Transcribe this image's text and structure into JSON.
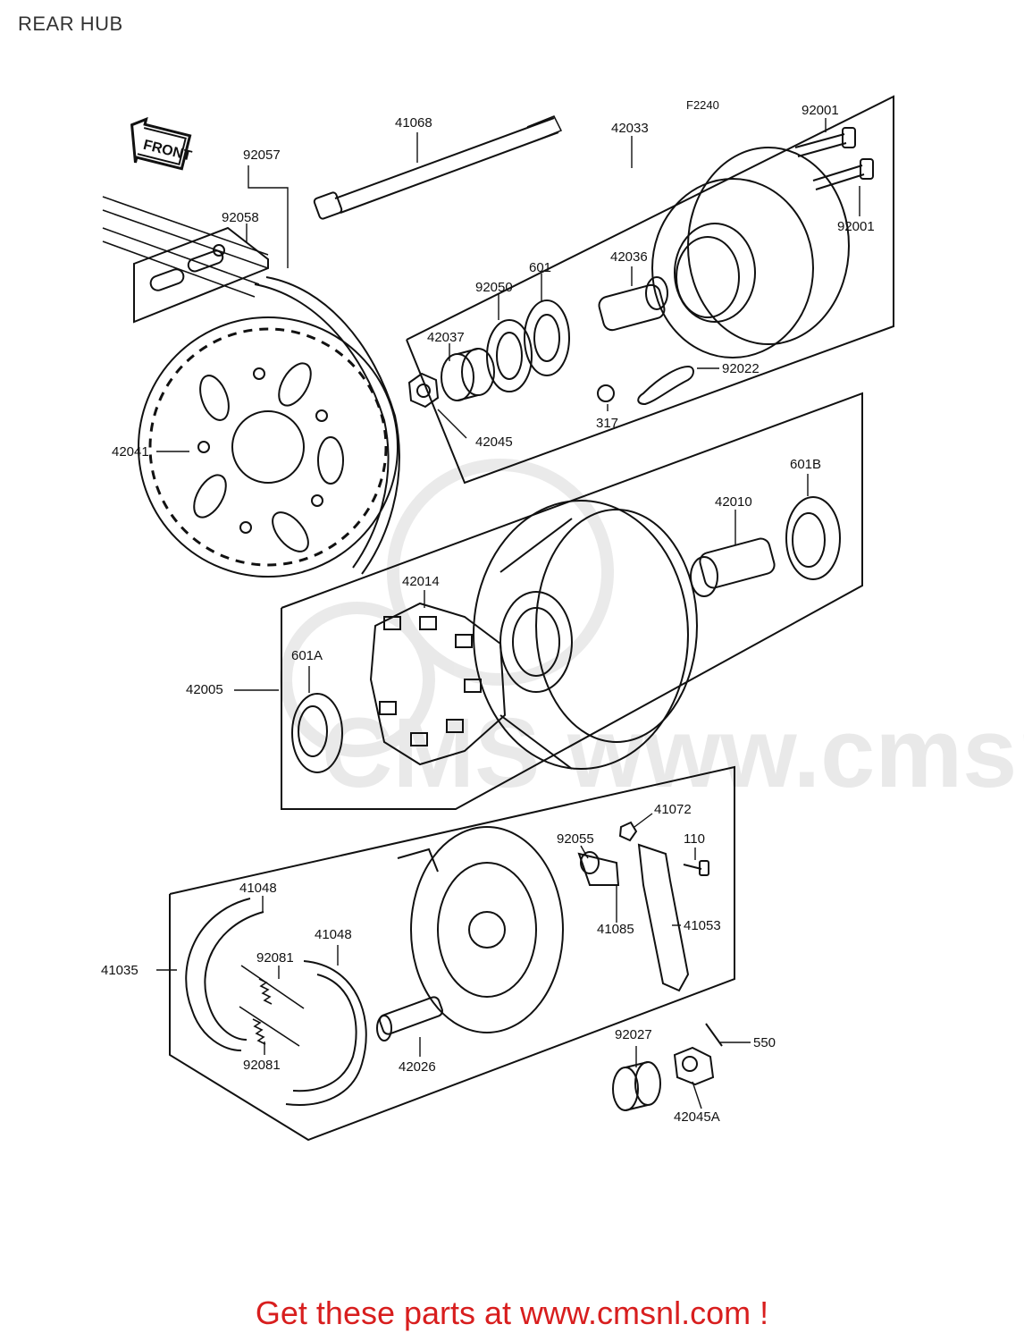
{
  "page": {
    "title": "REAR HUB",
    "footer": "Get these parts at www.cmsnl.com !",
    "footer_color": "#d81e1e"
  },
  "diagram": {
    "figure_code": "F2240",
    "front_arrow": "FRONT",
    "watermark": "CMS www.cmsnl.com",
    "labels": {
      "l_41068": "41068",
      "l_42033": "42033",
      "l_92001a": "92001",
      "l_92001b": "92001",
      "l_92057": "92057",
      "l_92058": "92058",
      "l_42036": "42036",
      "l_601": "601",
      "l_92050": "92050",
      "l_42037": "42037",
      "l_92022": "92022",
      "l_317": "317",
      "l_42045": "42045",
      "l_42041": "42041",
      "l_601B": "601B",
      "l_42010": "42010",
      "l_42014": "42014",
      "l_601A": "601A",
      "l_42005": "42005",
      "l_41072": "41072",
      "l_92055": "92055",
      "l_110": "110",
      "l_41048a": "41048",
      "l_41048b": "41048",
      "l_41085": "41085",
      "l_41053": "41053",
      "l_41035": "41035",
      "l_92081a": "92081",
      "l_92081b": "92081",
      "l_42026": "42026",
      "l_92027": "92027",
      "l_550": "550",
      "l_42045A": "42045A"
    }
  }
}
